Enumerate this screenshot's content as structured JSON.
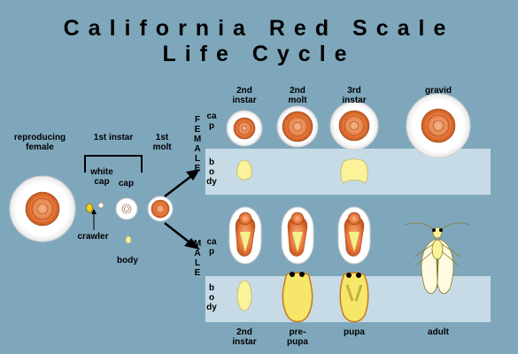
{
  "title": {
    "line1": "California Red Scale",
    "line2": "Life Cycle"
  },
  "labels": {
    "reproducing_female": "reproducing\nfemale",
    "first_instar": "1st instar",
    "white_cap": "white\ncap",
    "cap": "cap",
    "crawler": "crawler",
    "body": "body",
    "first_molt": "1st\nmolt",
    "female_2nd_instar": "2nd\ninstar",
    "female_2nd_molt": "2nd\nmolt",
    "female_3rd_instar": "3rd\ninstar",
    "female_gravid": "gravid",
    "female_side": "FEMALE",
    "female_cap": "cap",
    "female_body": "body",
    "male_side": "MALE",
    "male_cap": "cap",
    "male_body": "body",
    "male_2nd_instar": "2nd\ninstar",
    "male_prepupa": "pre-\npupa",
    "male_pupa": "pupa",
    "male_adult": "adult"
  },
  "colors": {
    "background": "#7fa7bc",
    "band": "#c6dbe6",
    "scale_white": "#ffffff",
    "scale_orange": "#e8773a",
    "body_yellow": "#fbf29a",
    "outline_brown": "#8a4a20"
  }
}
